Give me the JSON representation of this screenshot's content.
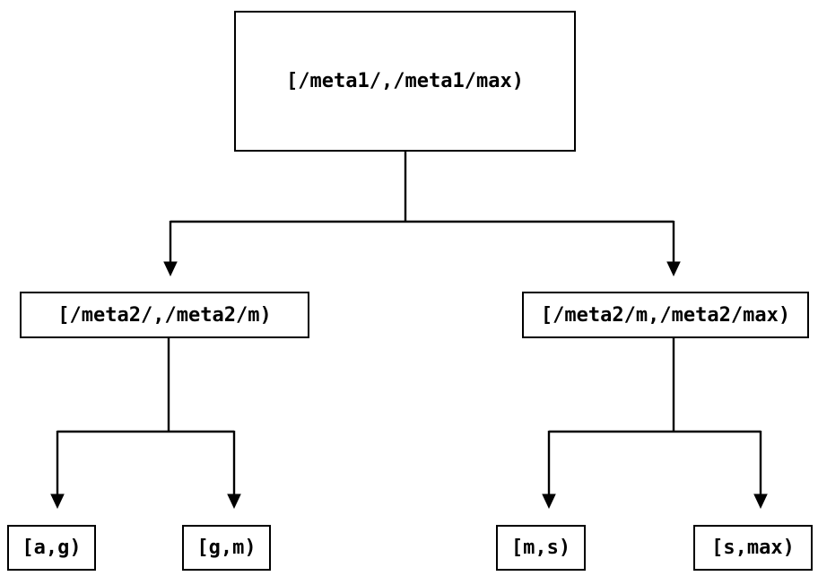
{
  "diagram": {
    "title": "interval-partition-tree",
    "colors": {
      "stroke": "#000000",
      "background": "#ffffff"
    },
    "root": {
      "label": "[/meta1/,/meta1/max)"
    },
    "children": [
      {
        "label": "[/meta2/,/meta2/m)"
      },
      {
        "label": "[/meta2/m,/meta2/max)"
      }
    ],
    "leaves": [
      {
        "label": "[a,g)"
      },
      {
        "label": "[g,m)"
      },
      {
        "label": "[m,s)"
      },
      {
        "label": "[s,max)"
      }
    ]
  }
}
